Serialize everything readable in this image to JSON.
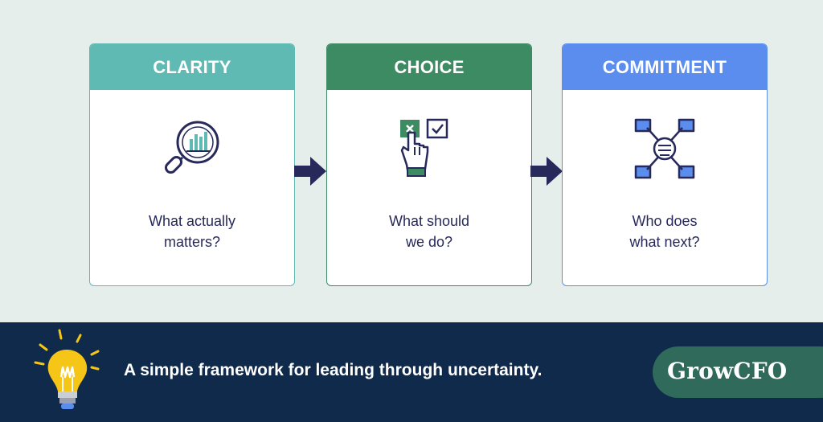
{
  "cards": [
    {
      "title": "CLARITY",
      "text": "What actually\nmatters?",
      "icon": "magnifier-chart-icon",
      "color": "#5ebab3"
    },
    {
      "title": "CHOICE",
      "text": "What should\nwe do?",
      "icon": "hand-checkbox-icon",
      "color": "#3d8b63"
    },
    {
      "title": "COMMITMENT",
      "text": "Who does\nwhat next?",
      "icon": "team-hands-icon",
      "color": "#5b8def"
    }
  ],
  "arrow_color": "#26295a",
  "footer": {
    "tagline": "A simple framework for leading through uncertainty.",
    "logo": "GrowCFO",
    "icon": "lightbulb-icon",
    "background": "#0f2a4a"
  }
}
